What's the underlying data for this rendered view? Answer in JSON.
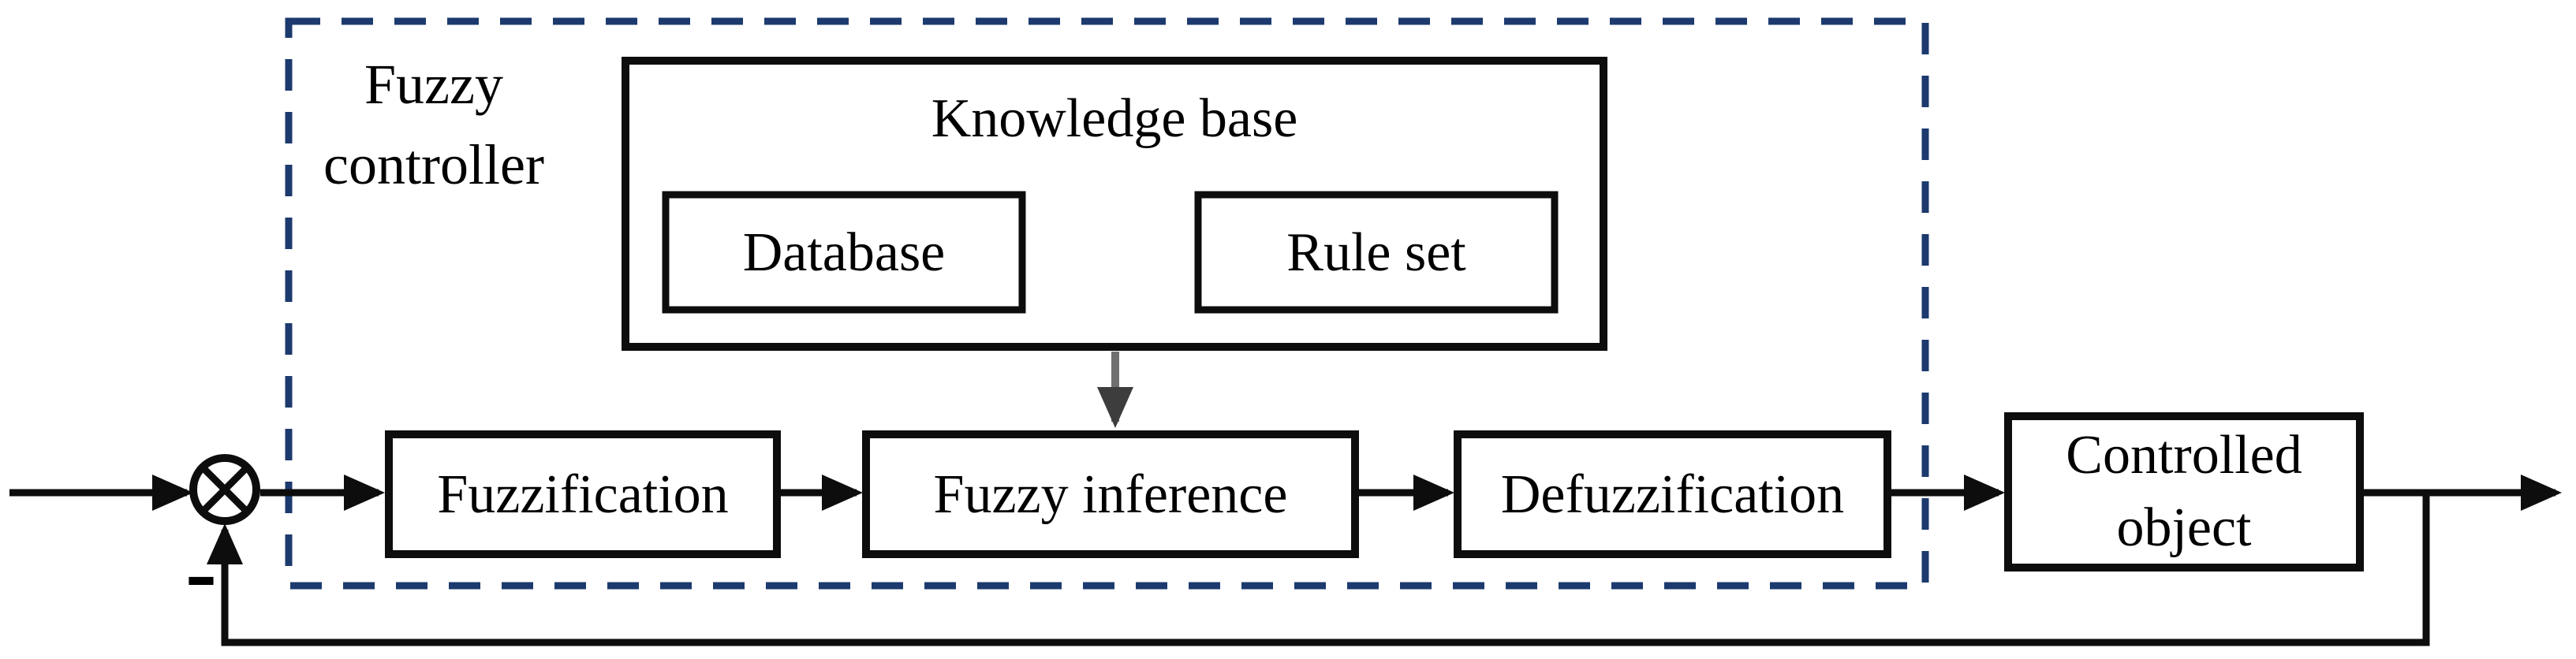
{
  "diagram": {
    "background": "#ffffff",
    "colors": {
      "line": "#0d0d0d",
      "dashed_border": "#1c3a6e",
      "knowledge_arrow_gray": "#6f6f6f",
      "text": "#000000",
      "box_fill": "#ffffff"
    },
    "group_label": {
      "lines": [
        "Fuzzy",
        "controller"
      ]
    },
    "nodes": {
      "knowledge_base": {
        "label": "Knowledge base"
      },
      "database": {
        "label": "Database"
      },
      "rule_set": {
        "label": "Rule set"
      },
      "fuzzification": {
        "label": "Fuzzification"
      },
      "fuzzy_inference": {
        "label": "Fuzzy inference"
      },
      "defuzzification": {
        "label": "Defuzzification"
      },
      "controlled_object": {
        "lines": [
          "Controlled",
          "object"
        ]
      }
    },
    "summing_junction": {
      "symbol": "circled-times",
      "minus_label": "-"
    },
    "connections": [
      {
        "from": "input",
        "to": "summing-junction",
        "style": "solid-black-arrow"
      },
      {
        "from": "summing-junction",
        "to": "fuzzification",
        "style": "solid-black-arrow"
      },
      {
        "from": "fuzzification",
        "to": "fuzzy-inference",
        "style": "solid-black-arrow"
      },
      {
        "from": "fuzzy-inference",
        "to": "defuzzification",
        "style": "solid-black-arrow"
      },
      {
        "from": "defuzzification",
        "to": "controlled-object",
        "style": "solid-black-arrow"
      },
      {
        "from": "controlled-object",
        "to": "output",
        "style": "solid-black-arrow"
      },
      {
        "from": "controlled-object",
        "to": "summing-junction",
        "style": "feedback-loop",
        "sign": "-"
      },
      {
        "from": "knowledge-base",
        "to": "fuzzy-inference",
        "style": "gray-arrow"
      }
    ]
  }
}
